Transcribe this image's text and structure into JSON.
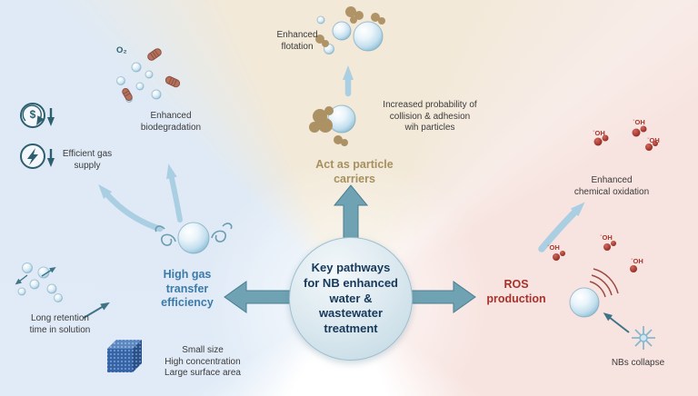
{
  "center": {
    "title": "Key pathways\nfor NB enhanced\nwater &\nwastewater\ntreatment"
  },
  "left_branch": {
    "title": "High gas\ntransfer\nefficiency",
    "o2": "O₂",
    "biodegradation": "Enhanced\nbiodegradation",
    "gas_supply": "Efficient gas\nsupply",
    "retention": "Long retention\ntime in solution",
    "properties": "Small size\nHigh concentration\nLarge surface area",
    "dollar": "$"
  },
  "top_branch": {
    "title": "Act as particle\ncarriers",
    "flotation": "Enhanced\nflotation",
    "collision": "Increased probability of\ncollision & adhesion\nwih particles"
  },
  "right_branch": {
    "title": "ROS\nproduction",
    "oxidation": "Enhanced\nchemical oxidation",
    "radical": "˙OH",
    "collapse": "NBs collapse"
  },
  "colors": {
    "left_accent": "#3c7aa8",
    "top_accent": "#a6905f",
    "right_accent": "#a7322c",
    "arrow_teal": "#6fa3b3",
    "bubble_blue": "#bddcec",
    "particle_brown": "#b09468",
    "ros_red": "#992a22"
  }
}
